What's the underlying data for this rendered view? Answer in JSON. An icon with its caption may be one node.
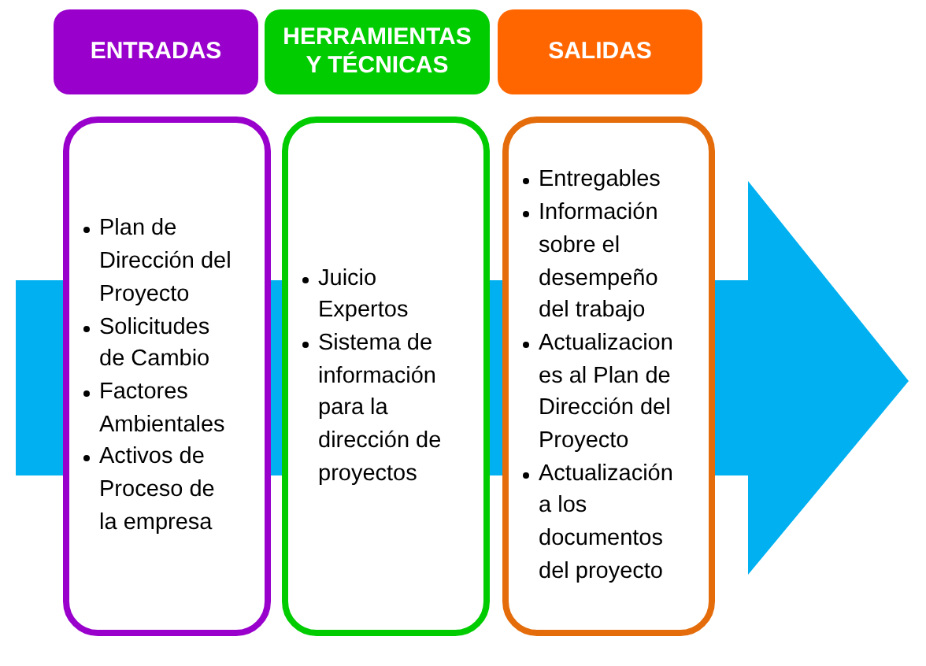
{
  "diagram": {
    "nodes": [
      {
        "text": [
          "ENTRADAS"
        ]
      },
      {
        "text": [
          "HERRAMIENTAS Y TÉCNICAS"
        ]
      },
      {
        "text": [
          "SALIDAS"
        ]
      },
      {
        "text": [
          "Plan de Dirección del Proyecto",
          "Solicitudes de Cambio",
          "Factores Ambientales",
          "Activos de Proceso de la empresa"
        ]
      },
      {
        "text": [
          "Juicio Expertos",
          "Sistema de información para la dirección de proyectos"
        ]
      },
      {
        "text": [
          "Entregables",
          "Información sobre el desempeño del trabajo",
          "Actualizaciones al Plan de Dirección del Proyecto",
          "Actualización a los documentos del proyecto"
        ]
      }
    ]
  }
}
